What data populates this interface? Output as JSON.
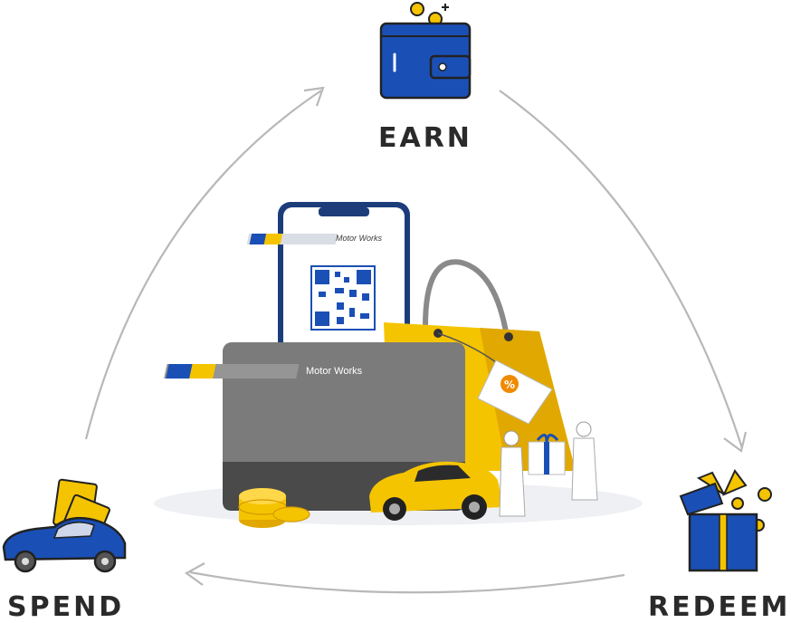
{
  "cycle": {
    "steps": [
      {
        "id": "earn",
        "label": "EARN",
        "icon": "wallet-icon"
      },
      {
        "id": "redeem",
        "label": "REDEEM",
        "icon": "gift-box-icon"
      },
      {
        "id": "spend",
        "label": "SPEND",
        "icon": "car-with-money-icon"
      }
    ]
  },
  "center": {
    "phone_brand": "Motor Works",
    "card_brand": "Motor Works"
  },
  "colors": {
    "blue": "#1a4fb5",
    "yellow": "#f5c400",
    "dark_text": "#2a2a2a",
    "card_gray": "#7a7a7a",
    "arrow_gray": "#b5b5b5"
  }
}
